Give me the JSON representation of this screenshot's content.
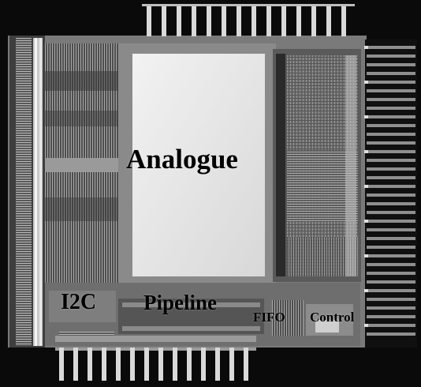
{
  "labels": {
    "analogue": "Analogue",
    "i2c": "I2C",
    "pipeline": "Pipeline",
    "fifo": "FIFO",
    "control": "Control"
  },
  "colors": {
    "background": "#0a0a0a",
    "die": "#7a7a7a",
    "analogue_block": "#e6e6e6",
    "pads": "#d8d8d8",
    "label_text": "#000000"
  }
}
